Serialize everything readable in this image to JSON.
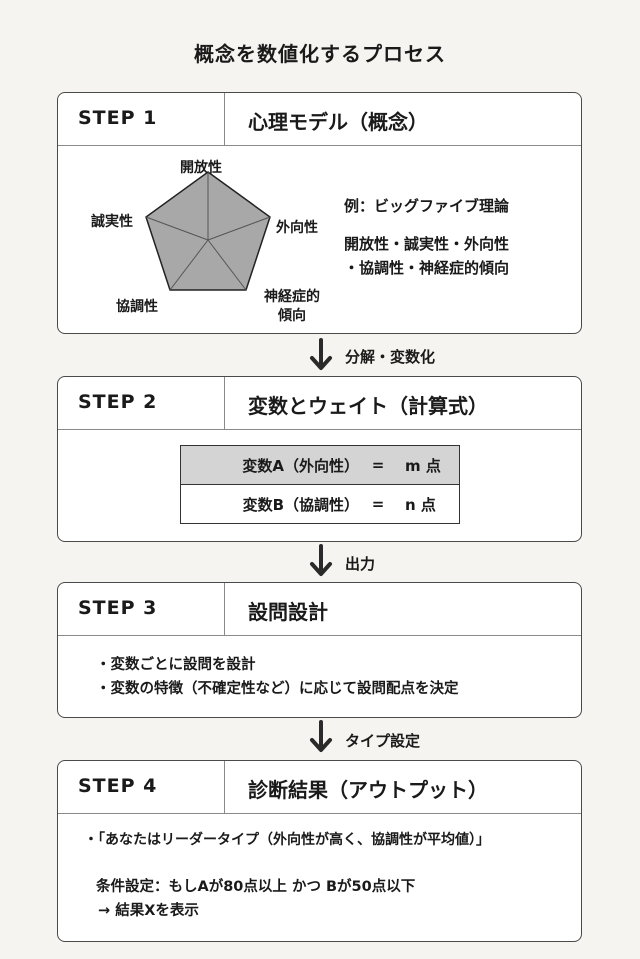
{
  "title": "概念を数値化するプロセス",
  "steps": [
    {
      "label": "STEP 1",
      "title": "心理モデル（概念）"
    },
    {
      "label": "STEP 2",
      "title": "変数とウェイト（計算式）"
    },
    {
      "label": "STEP 3",
      "title": "設問設計"
    },
    {
      "label": "STEP 4",
      "title": "診断結果（アウトプット）"
    }
  ],
  "arrows": [
    "分解・変数化",
    "出力",
    "タイプ設定"
  ],
  "radar": {
    "top": "開放性",
    "right": "外向性",
    "bottom_right_1": "神経症的",
    "bottom_right_2": "傾向",
    "bottom_left": "協調性",
    "left": "誠実性"
  },
  "example": {
    "line1": "例：ビッグファイブ理論",
    "line2": "開放性・誠実性・外向性",
    "line3": "・協調性・神経症的傾向"
  },
  "variables": [
    {
      "name": "変数A（外向性）",
      "eq": "=",
      "value": "m 点"
    },
    {
      "name": "変数B（協調性）",
      "eq": "=",
      "value": "n 点"
    }
  ],
  "design_bullets": [
    "・変数ごとに設問を設計",
    "・変数の特徴（不確定性など）に応じて設問配点を決定"
  ],
  "result": {
    "quote": "・「あなたはリーダータイプ（外向性が高く、協調性が平均値）」",
    "condition": "条件設定：もしAが80点以上 かつ Bが50点以下",
    "display": "→ 結果Xを表示"
  },
  "colors": {
    "background": "#f5f4f0",
    "border": "#4a4a4a",
    "pentagon_fill": "#a8a8a8",
    "shaded_row": "#d4d4d4",
    "arrow": "#2a2a2a"
  }
}
